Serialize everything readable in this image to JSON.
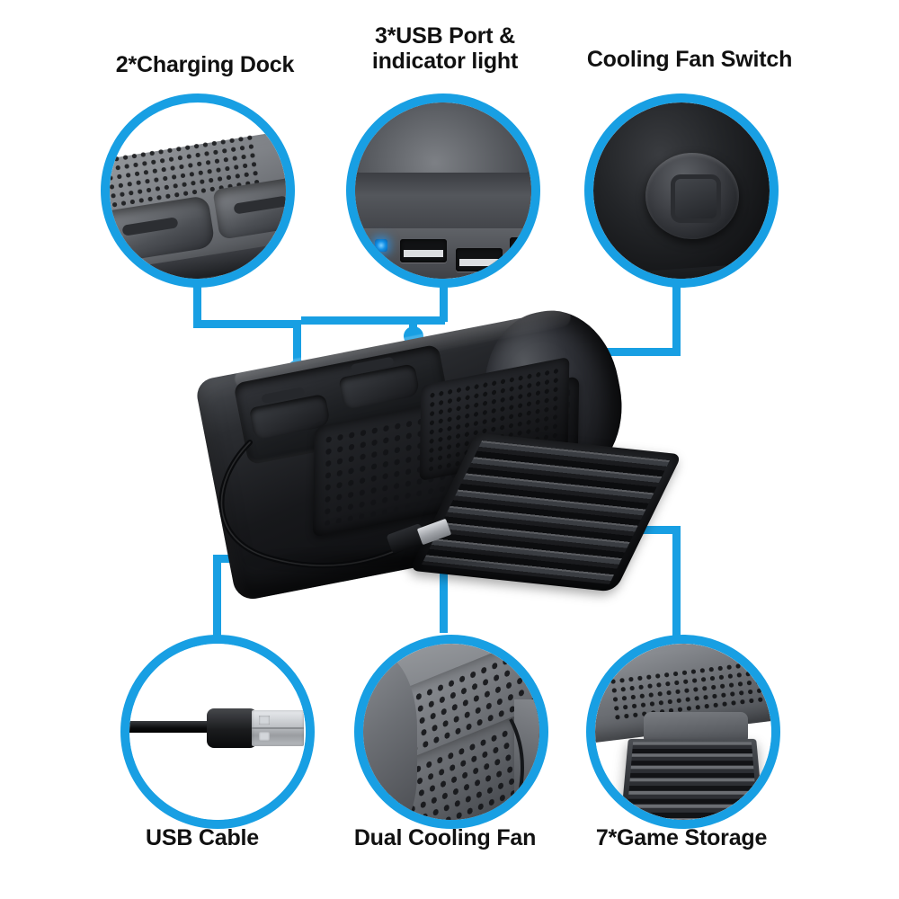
{
  "page": {
    "kind": "product-feature-infographic",
    "background_color": "#ffffff",
    "accent_color": "#189fe3",
    "label_color": "#111111",
    "product": "console cooling stand with charging dock"
  },
  "callouts": [
    {
      "id": "charging-dock",
      "label": "2*Charging Dock",
      "position": "top-left",
      "photo": "two controller charging dock cradles with perforated vent panel above, dark grey plastic"
    },
    {
      "id": "usb-port",
      "label": "3*USB Port &\nindicator light",
      "position": "top-center",
      "photo": "rounded top of stand showing three USB type-A ports and a blue indicator LED"
    },
    {
      "id": "fan-switch",
      "label": "Cooling Fan Switch",
      "position": "top-right",
      "photo": "round black push switch with rounded-square icon on black plastic"
    },
    {
      "id": "usb-cable",
      "label": "USB Cable",
      "position": "bottom-left",
      "photo": "black USB type-A connector on white background"
    },
    {
      "id": "dual-cooling-fan",
      "label": "Dual Cooling Fan",
      "position": "bottom-center",
      "photo": "two perforated vent panels over the dual cooling fans"
    },
    {
      "id": "game-storage",
      "label": "7*Game Storage",
      "position": "bottom-right",
      "photo": "ribbed game disc storage rack attached below the vented stand"
    }
  ],
  "product_parts": {
    "charging_dock_label": "charging dock cradles",
    "usb_port_label": "usb port bank",
    "fan_switch_label": "cooling fan switch",
    "vent_panel_label": "perforated cooling vent panel",
    "game_rack_label": "game storage rack",
    "usb_cable_label": "attached usb cable",
    "game_slot_count": 7,
    "usb_port_count": 3,
    "dock_count": 2,
    "fan_count": 2
  }
}
